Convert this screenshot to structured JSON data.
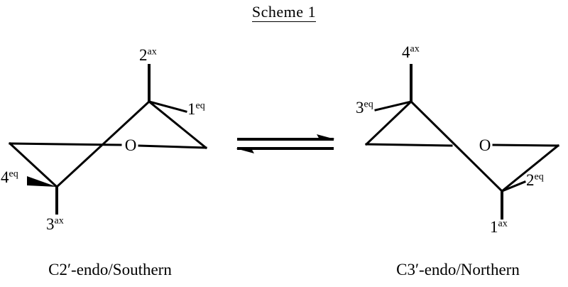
{
  "title": {
    "text": "Scheme 1"
  },
  "equilibrium": {
    "forward_arrow": "arrow-right",
    "reverse_arrow": "arrow-left"
  },
  "structures": [
    {
      "id": "southern",
      "caption": "C2′-endo/Southern",
      "ring_oxygen_label": "O",
      "labels": [
        {
          "id": "2ax",
          "number": "2",
          "superscript": "ax",
          "bond": "plain-vertical"
        },
        {
          "id": "1eq",
          "number": "1",
          "superscript": "eq",
          "bond": "plain-thin"
        },
        {
          "id": "4eq",
          "number": "4",
          "superscript": "eq",
          "bond": "bold-wedge"
        },
        {
          "id": "3ax",
          "number": "3",
          "superscript": "ax",
          "bond": "plain-vertical"
        }
      ]
    },
    {
      "id": "northern",
      "caption": "C3′-endo/Northern",
      "ring_oxygen_label": "O",
      "labels": [
        {
          "id": "4ax",
          "number": "4",
          "superscript": "ax",
          "bond": "plain-vertical"
        },
        {
          "id": "3eq",
          "number": "3",
          "superscript": "eq",
          "bond": "plain-thin"
        },
        {
          "id": "2eq",
          "number": "2",
          "superscript": "eq",
          "bond": "plain-thin"
        },
        {
          "id": "1ax",
          "number": "1",
          "superscript": "ax",
          "bond": "plain-vertical"
        }
      ]
    }
  ],
  "colors": {
    "ink": "#000000",
    "background": "#ffffff"
  }
}
